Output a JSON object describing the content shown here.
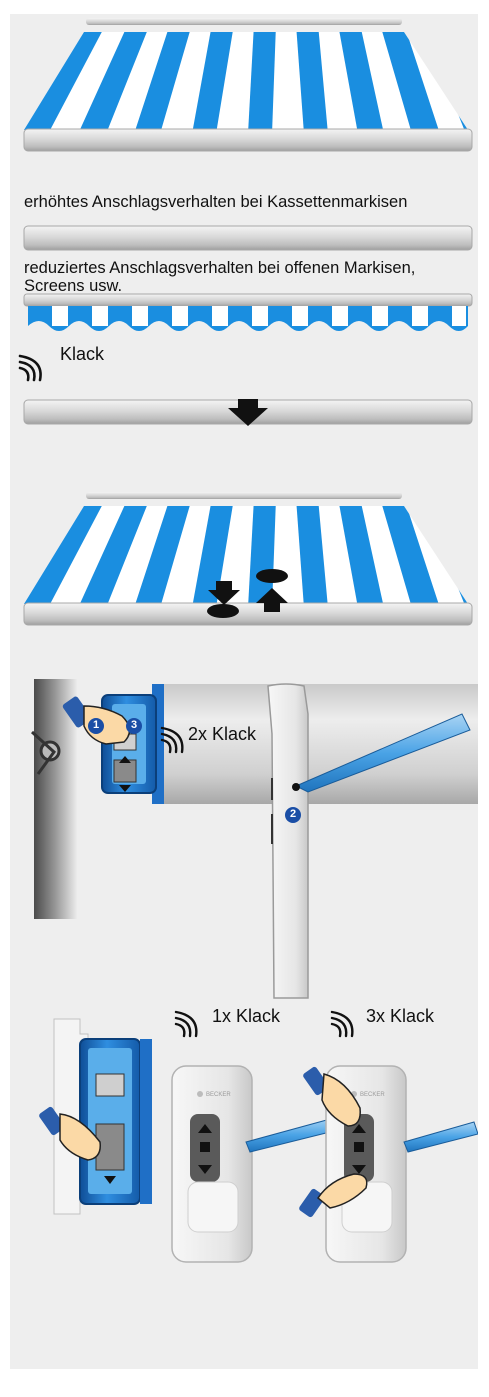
{
  "captions": {
    "increased": "erhöhtes Anschlagsverhalten bei Kassettenmarkisen",
    "reduced_line1": "reduziertes Anschlagsverhalten bei offenen Markisen,",
    "reduced_line2": "Screens usw."
  },
  "sounds": {
    "step3": "Klack",
    "step5": "2x Klack",
    "step6a": "1x Klack",
    "step6b": "3x Klack"
  },
  "step_numbers": {
    "one": "1",
    "two": "2",
    "three": "3"
  },
  "brand": "BECKER",
  "colors": {
    "stripe_blue": "#1a8ee0",
    "motor_blue": "#2f7fd1",
    "arrow": "#111111",
    "tube": "#d8d8d8",
    "background": "#eeeeee"
  },
  "icons": [
    "sound-wave-icon",
    "arrow-down-icon",
    "arrow-up-icon",
    "hand-pointer-icon",
    "key-icon",
    "pen-icon"
  ]
}
